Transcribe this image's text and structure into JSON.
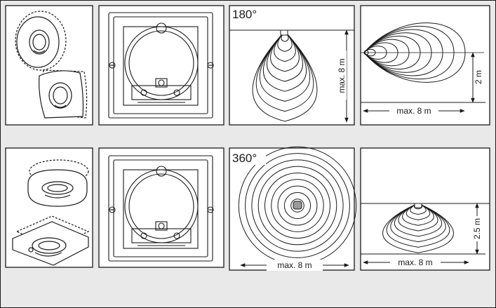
{
  "row1": {
    "angle_label": "180°",
    "coverage_label_vertical": "max. 8 m",
    "side_height_label": "2 m",
    "side_width_label": "max. 8 m"
  },
  "row2": {
    "angle_label": "360°",
    "coverage_label_horizontal": "max. 8 m",
    "side_height_label": "2.5 m",
    "side_width_label": "max. 8 m"
  },
  "colors": {
    "background": "#e9e9e9",
    "panel": "#ffffff",
    "line": "#1a1a1a"
  },
  "icons": [
    "wall-sensor-round-icon",
    "wall-sensor-square-icon",
    "mounting-box-icon",
    "ceiling-sensor-round-icon",
    "ceiling-sensor-square-icon"
  ]
}
